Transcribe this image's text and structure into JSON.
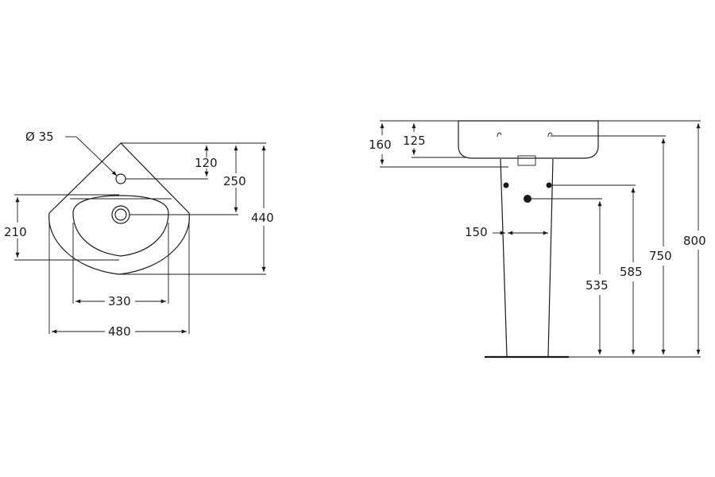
{
  "top_view": {
    "hole_diameter": "Ø 35",
    "dim_120": "120",
    "dim_250": "250",
    "dim_440": "440",
    "dim_210": "210",
    "dim_330": "330",
    "dim_480": "480"
  },
  "side_view": {
    "dim_160": "160",
    "dim_125": "125",
    "dim_150": "150",
    "dim_535": "535",
    "dim_585": "585",
    "dim_750": "750",
    "dim_800": "800"
  }
}
